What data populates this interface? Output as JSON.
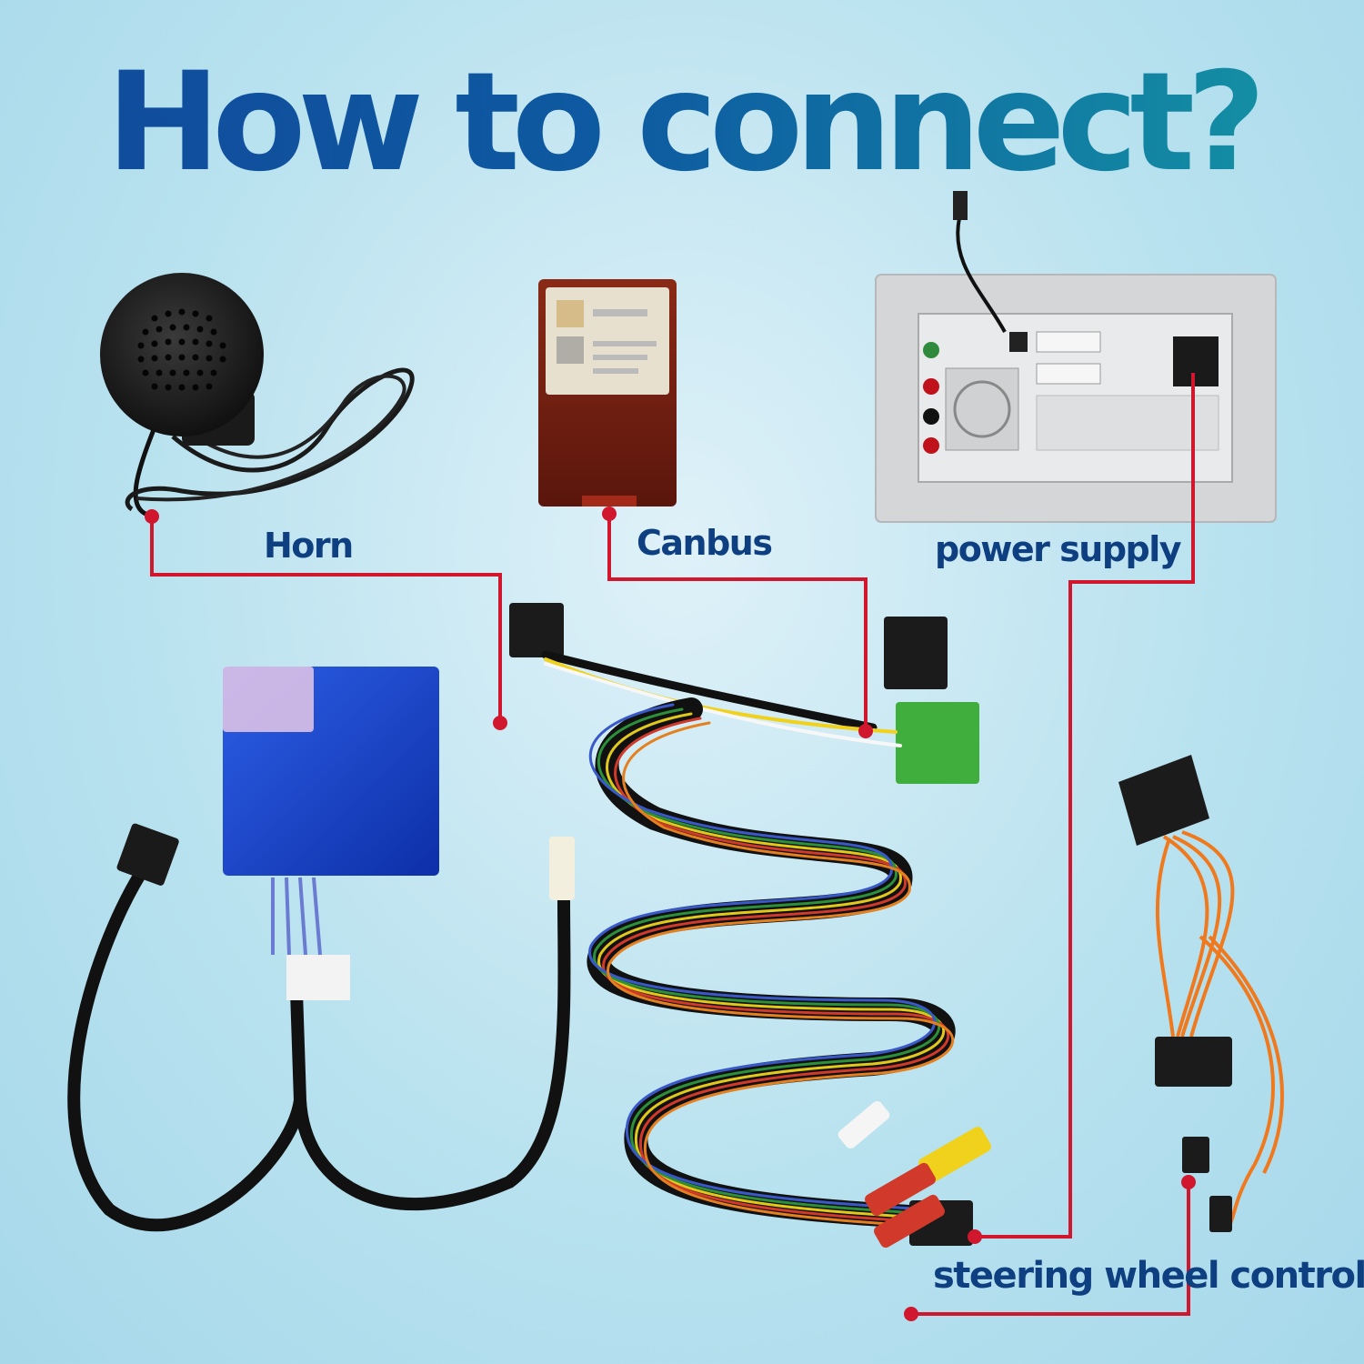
{
  "title": "How to connect?",
  "labels": {
    "horn": "Horn",
    "canbus": "Canbus",
    "power_supply": "power supply",
    "steering_wheel_control": "steering wheel control"
  },
  "colors": {
    "title_start": "#114a9c",
    "title_end": "#1496a4",
    "label": "#0e3f80",
    "connector_line": "#d0172e"
  },
  "icons": [
    "speaker-icon",
    "canbus-module-icon",
    "head-unit-icon",
    "interface-box-icon",
    "wiring-harness-icon",
    "orange-cable-icon"
  ]
}
